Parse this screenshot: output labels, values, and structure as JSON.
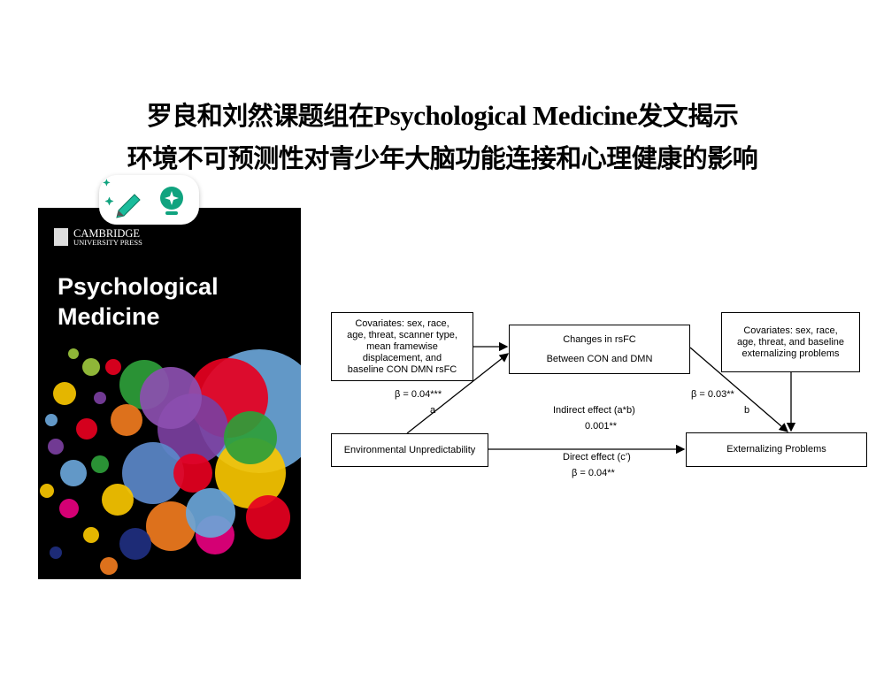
{
  "headline": {
    "line1_pre": "罗良和刘然课题组在",
    "line1_latin": "Psychological Medicine",
    "line1_post": "发文揭示",
    "line2": "环境不可预测性对青少年大脑功能连接和心理健康的影响"
  },
  "toolbar": {
    "icons": [
      "ai-pencil-icon",
      "lightbulb-sparkle-icon"
    ],
    "accent": "#10a37f"
  },
  "cover": {
    "publisher_line1": "CAMBRIDGE",
    "publisher_line2": "UNIVERSITY PRESS",
    "journal_line1": "Psychological",
    "journal_line2": "Medicine"
  },
  "diagram": {
    "covariates_left": [
      "Covariates: sex, race,",
      "age, threat, scanner type,",
      "mean framewise",
      "displacement, and",
      "baseline CON  DMN rsFC"
    ],
    "mediator": [
      "Changes in rsFC",
      "Between CON and DMN"
    ],
    "covariates_right": [
      "Covariates: sex, race,",
      "age, threat, and baseline",
      "externalizing problems"
    ],
    "predictor": "Environmental Unpredictability",
    "outcome": "Externalizing Problems",
    "path_a_beta": "β = 0.04***",
    "path_a": "a",
    "path_b_beta": "β = 0.03**",
    "path_b": "b",
    "indirect_label": "Indirect effect (a*b)",
    "indirect_value": "0.001**",
    "direct_label": "Direct effect (c’)",
    "direct_value": "β = 0.04**"
  }
}
